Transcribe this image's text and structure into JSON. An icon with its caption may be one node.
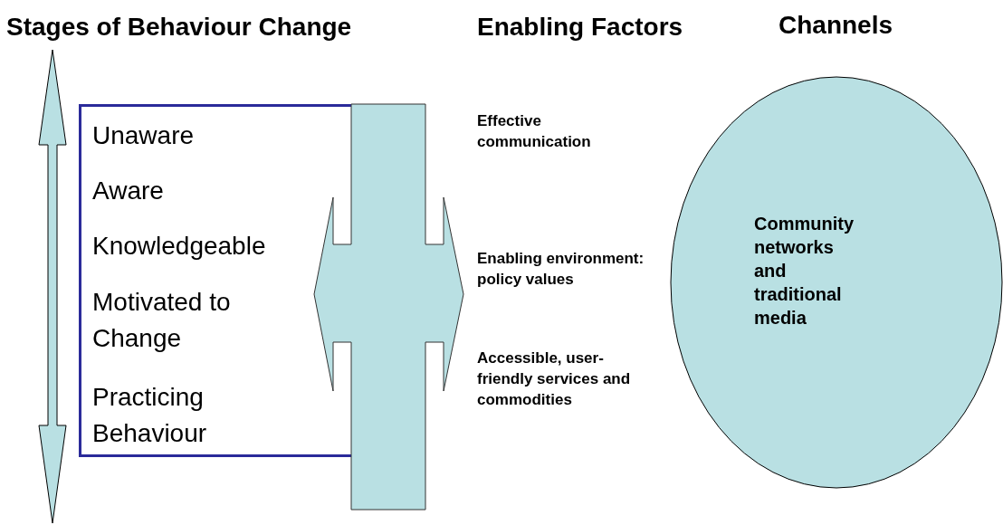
{
  "diagram": {
    "nodes": [
      {
        "text": [
          "Unaware",
          "Aware",
          "Knowledgeable",
          "Motivated to Change",
          "Practicing Behaviour"
        ]
      },
      {
        "text": [
          "Effective communication"
        ]
      },
      {
        "text": [
          "Enabling environment: policy values"
        ]
      },
      {
        "text": [
          "Accessible, user-friendly services and commodities"
        ]
      },
      {
        "text": [
          "Community networks and traditional media"
        ]
      }
    ],
    "edges": [
      {
        "from": 0,
        "to": 2,
        "arrow": "both"
      }
    ],
    "labels": [
      "Stages of Behaviour Change",
      "Enabling Factors",
      "Channels"
    ]
  }
}
